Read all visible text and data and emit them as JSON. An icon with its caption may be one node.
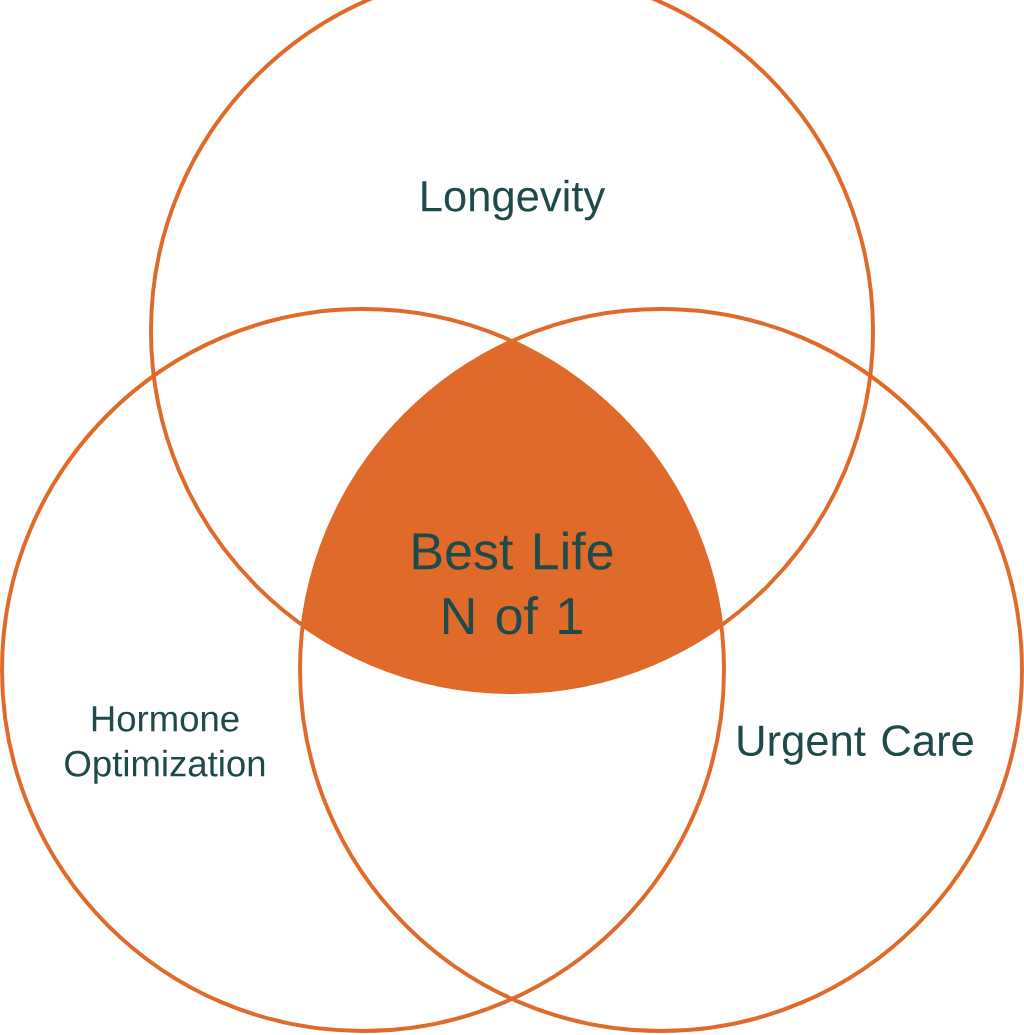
{
  "diagram": {
    "nodes": [
      {
        "text": [
          "Longevity"
        ]
      },
      {
        "text": [
          "Hormone Optimization"
        ]
      },
      {
        "text": [
          "Urgent Care"
        ]
      },
      {
        "text": [
          "Best Life N of 1"
        ]
      }
    ]
  }
}
